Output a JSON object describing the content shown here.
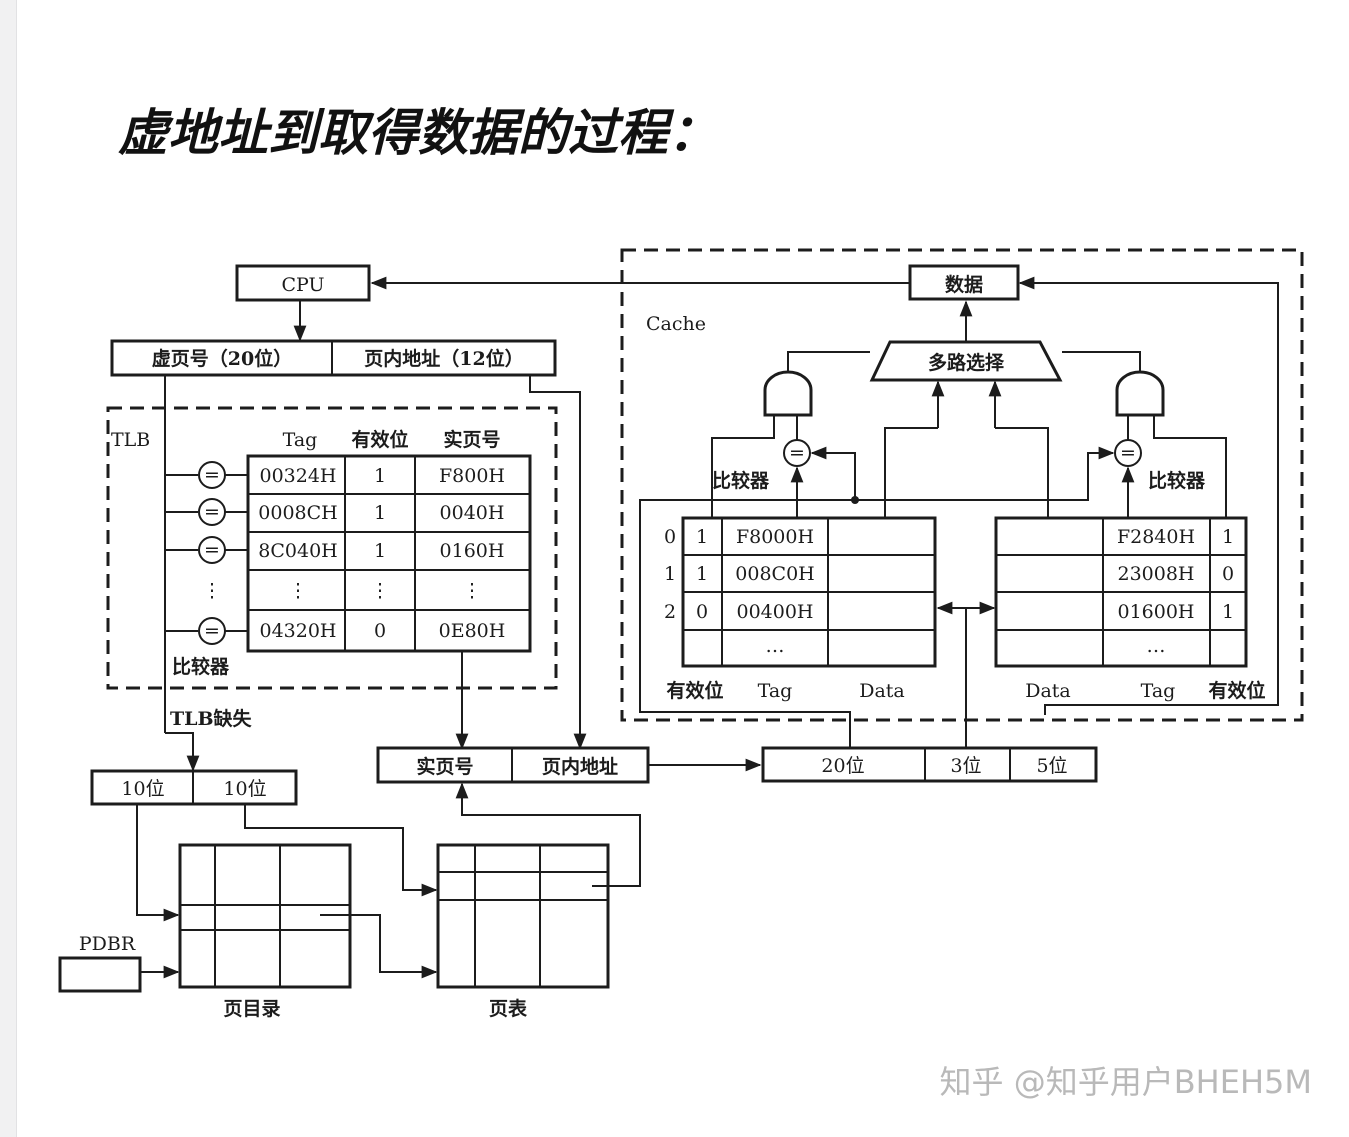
{
  "title": "虚地址到取得数据的过程：",
  "watermark": "知乎 @知乎用户BHEH5M",
  "cpu": {
    "label": "CPU"
  },
  "virtual_address": {
    "page_number": "虚页号（20位）",
    "offset": "页内地址（12位）"
  },
  "tlb": {
    "label": "TLB",
    "headers": [
      "Tag",
      "有效位",
      "实页号"
    ],
    "rows": [
      [
        "00324H",
        "1",
        "F800H"
      ],
      [
        "0008CH",
        "1",
        "0040H"
      ],
      [
        "8C040H",
        "1",
        "0160H"
      ],
      [
        "⋮",
        "⋮",
        "⋮"
      ],
      [
        "04320H",
        "0",
        "0E80H"
      ]
    ],
    "comparator_symbol": "=",
    "vdots": "⋮",
    "comparator_label": "比较器",
    "miss_label": "TLB缺失"
  },
  "page_walk": {
    "field1": "10位",
    "field2": "10位",
    "pdbr": "PDBR",
    "page_directory": "页目录",
    "page_table": "页表"
  },
  "physical_address": {
    "page_number": "实页号",
    "offset": "页内地址"
  },
  "cache_address": {
    "tag": "20位",
    "index": "3位",
    "offset": "5位"
  },
  "cache": {
    "label": "Cache",
    "data_box": "数据",
    "mux": "多路选择",
    "comparator_symbol": "=",
    "comparator_label": "比较器",
    "left_way": {
      "rows": [
        {
          "index": "0",
          "valid": "1",
          "tag": "F8000H"
        },
        {
          "index": "1",
          "valid": "1",
          "tag": "008C0H"
        },
        {
          "index": "2",
          "valid": "0",
          "tag": "00400H"
        },
        {
          "index": "",
          "valid": "",
          "tag": "…"
        }
      ],
      "footer": {
        "valid": "有效位",
        "tag": "Tag",
        "data": "Data"
      }
    },
    "right_way": {
      "rows": [
        {
          "tag": "F2840H",
          "valid": "1"
        },
        {
          "tag": "23008H",
          "valid": "0"
        },
        {
          "tag": "01600H",
          "valid": "1"
        },
        {
          "tag": "…",
          "valid": ""
        }
      ],
      "footer": {
        "data": "Data",
        "tag": "Tag",
        "valid": "有效位"
      }
    }
  }
}
